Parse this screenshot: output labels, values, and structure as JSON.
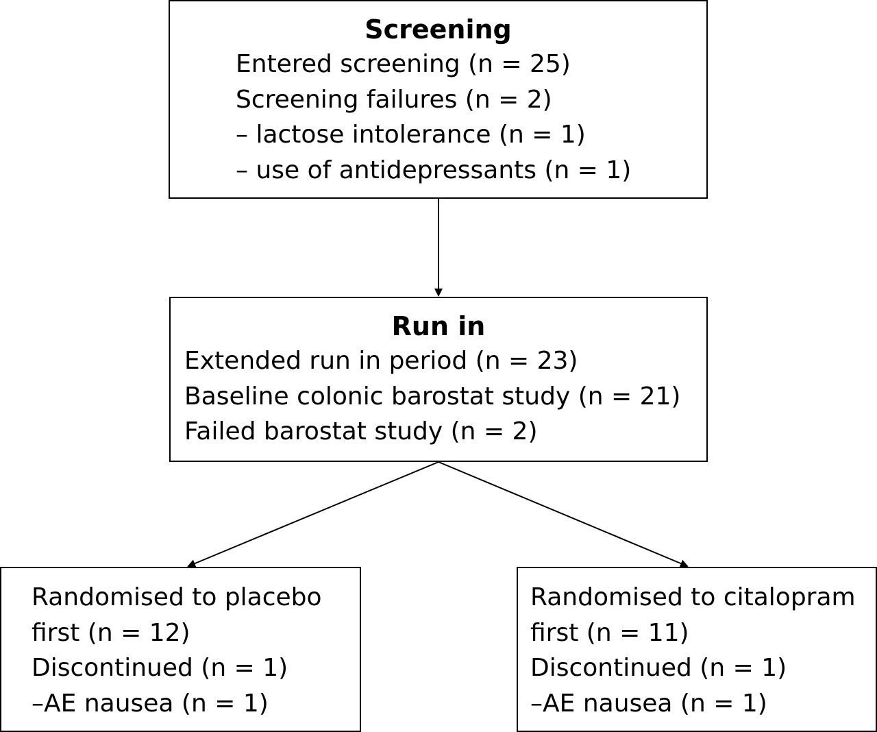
{
  "screening": {
    "title": "Screening",
    "lines": [
      "Entered screening (n = 25)",
      "Screening failures (n = 2)",
      "– lactose intolerance (n = 1)",
      "– use of antidepressants (n = 1)"
    ]
  },
  "run_in": {
    "title": "Run in",
    "lines": [
      "Extended run in period (n = 23)",
      "Baseline colonic barostat study (n = 21)",
      "Failed barostat study (n = 2)"
    ]
  },
  "placebo_arm": {
    "lines": [
      "Randomised to placebo",
      "first (n = 12)",
      "Discontinued (n = 1)",
      "–AE nausea (n = 1)"
    ]
  },
  "citalopram_arm": {
    "lines": [
      "Randomised to citalopram",
      "first (n = 11)",
      "Discontinued (n = 1)",
      "–AE nausea (n = 1)"
    ]
  }
}
